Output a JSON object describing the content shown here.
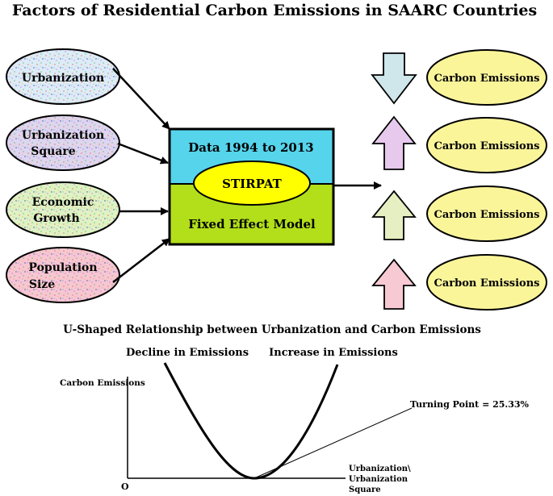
{
  "title": "Factors of Residential Carbon Emissions in SAARC Countries",
  "factors": [
    {
      "lines": [
        "Urbanization"
      ],
      "color": "#dcecf7"
    },
    {
      "lines": [
        "Urbanization",
        "Square"
      ],
      "color": "#ddd6ef"
    },
    {
      "lines": [
        "Economic",
        "Growth"
      ],
      "color": "#def2c4"
    },
    {
      "lines": [
        "Population",
        "Size"
      ],
      "color": "#f6c7d2"
    }
  ],
  "model": {
    "data_label": "Data 1994 to 2013",
    "method_label": "STIRPAT",
    "model_label": "Fixed Effect Model",
    "top_color": "#55d4ec",
    "bottom_color": "#b2df1a",
    "method_color": "#ffff00"
  },
  "outcomes": [
    {
      "direction": "down",
      "label": "Carbon Emissions",
      "arrow_color": "#cfe6ea"
    },
    {
      "direction": "up",
      "label": "Carbon Emissions",
      "arrow_color": "#e6c9ec"
    },
    {
      "direction": "up",
      "label": "Carbon Emissions",
      "arrow_color": "#e6efc2"
    },
    {
      "direction": "up",
      "label": "Carbon Emissions",
      "arrow_color": "#f7c9d3"
    }
  ],
  "outcome_ellipse_color": "#fbf59a",
  "u_curve": {
    "subtitle": "U-Shaped Relationship between Urbanization and Carbon Emissions",
    "decline_label": "Decline in Emissions",
    "increase_label": "Increase in Emissions",
    "decline_color": "#2eb04f",
    "increase_color": "#e0262a",
    "y_axis_label": "Carbon Emissions",
    "x_axis_label_lines": [
      "Urbanization\\",
      "Urbanization",
      "Square"
    ],
    "origin_label": "O",
    "turning_point_label": "Turning Point = 25.33%"
  }
}
